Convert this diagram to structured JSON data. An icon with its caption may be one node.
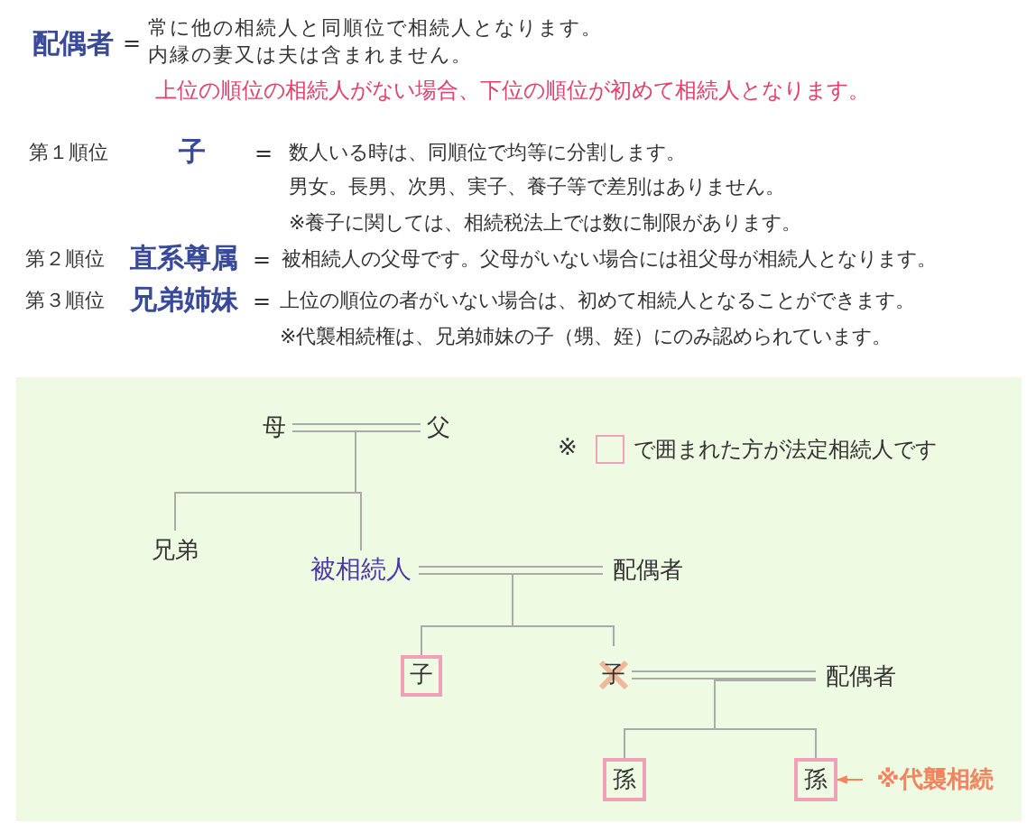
{
  "diagram": {
    "nodes": [
      {
        "text": [
          "母"
        ]
      },
      {
        "text": [
          "父"
        ]
      },
      {
        "text": [
          "兄弟"
        ]
      },
      {
        "text": [
          "被相続人"
        ]
      },
      {
        "text": [
          "配偶者"
        ]
      },
      {
        "text": [
          "子"
        ]
      },
      {
        "text": [
          "子"
        ]
      },
      {
        "text": [
          "配偶者"
        ]
      },
      {
        "text": [
          "孫"
        ]
      },
      {
        "text": [
          "孫"
        ]
      },
      {
        "text": [
          "※代襲相続"
        ]
      }
    ],
    "edges": [
      {
        "from": 0,
        "to": 1,
        "arrow": "none"
      },
      {
        "from": 0,
        "to": 2,
        "arrow": "none"
      },
      {
        "from": 1,
        "to": 2,
        "arrow": "none"
      },
      {
        "from": 0,
        "to": 3,
        "arrow": "none"
      },
      {
        "from": 1,
        "to": 3,
        "arrow": "none"
      },
      {
        "from": 3,
        "to": 4,
        "arrow": "none"
      },
      {
        "from": 3,
        "to": 5,
        "arrow": "none"
      },
      {
        "from": 4,
        "to": 5,
        "arrow": "none"
      },
      {
        "from": 3,
        "to": 6,
        "arrow": "none"
      },
      {
        "from": 4,
        "to": 6,
        "arrow": "none"
      },
      {
        "from": 6,
        "to": 7,
        "arrow": "none"
      },
      {
        "from": 6,
        "to": 8,
        "arrow": "none"
      },
      {
        "from": 7,
        "to": 8,
        "arrow": "none"
      },
      {
        "from": 6,
        "to": 9,
        "arrow": "none"
      },
      {
        "from": 7,
        "to": 9,
        "arrow": "none"
      },
      {
        "from": 10,
        "to": 9,
        "arrow": "to",
        "color": "#f4845f"
      }
    ],
    "labels": [
      "配偶者",
      "=",
      "常に他の相続人と同順位で相続人となります。",
      "内縁の妻又は夫は含まれません。",
      "上位の順位の相続人がない場合、下位の順位が初めて相続人となります。",
      "第１順位",
      "子",
      "=",
      "数人いる時は、同順位で均等に分割します。",
      "男女。長男、次男、実子、養子等で差別はありません。",
      "※養子に関しては、相続税法上では数に制限があります。",
      "第２順位",
      "直系尊属",
      "=",
      "被相続人の父母です。父母がいない場合には祖父母が相続人となります。",
      "第３順位",
      "兄弟姉妹",
      "=",
      "上位の順位の者がいない場合は、初めて相続人となることができます。",
      "※代襲相続権は、兄弟姉妹の子（甥、姪）にのみ認められています。",
      "※"
    ],
    "legend": [
      {
        "text": "で囲まれた方が法定相続人です"
      }
    ]
  }
}
